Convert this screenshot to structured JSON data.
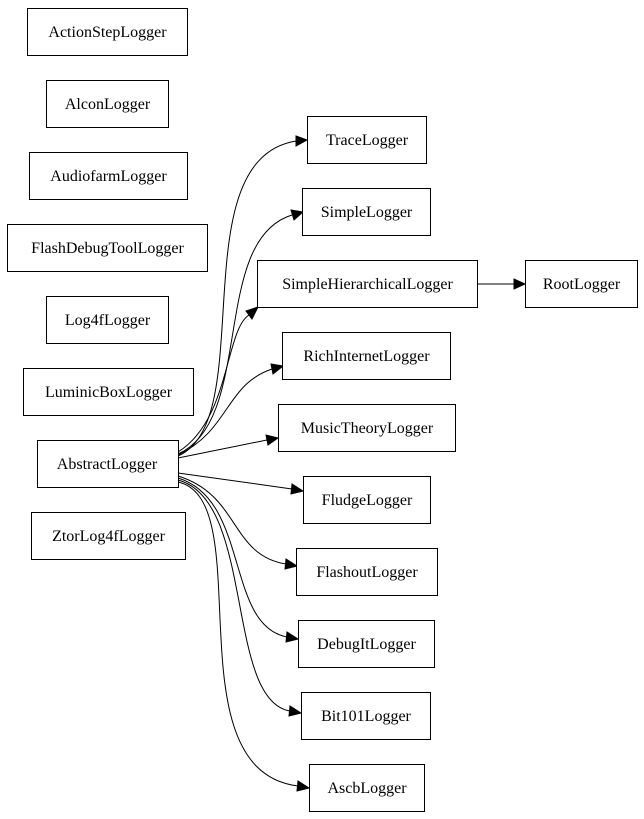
{
  "nodes": {
    "action_step": "ActionStepLogger",
    "alcon": "AlconLogger",
    "audiofarm": "AudiofarmLogger",
    "flash_debug_tool": "FlashDebugToolLogger",
    "log4f": "Log4fLogger",
    "luminic_box": "LuminicBoxLogger",
    "abstract": "AbstractLogger",
    "ztor_log4f": "ZtorLog4fLogger",
    "trace": "TraceLogger",
    "simple": "SimpleLogger",
    "simple_hierarchical": "SimpleHierarchicalLogger",
    "root": "RootLogger",
    "rich_internet": "RichInternetLogger",
    "music_theory": "MusicTheoryLogger",
    "fludge": "FludgeLogger",
    "flashout": "FlashoutLogger",
    "debug_it": "DebugItLogger",
    "bit101": "Bit101Logger",
    "ascb": "AscbLogger"
  },
  "edges": [
    {
      "from": "abstract",
      "to": "trace"
    },
    {
      "from": "abstract",
      "to": "simple"
    },
    {
      "from": "abstract",
      "to": "simple_hierarchical"
    },
    {
      "from": "abstract",
      "to": "rich_internet"
    },
    {
      "from": "abstract",
      "to": "music_theory"
    },
    {
      "from": "abstract",
      "to": "fludge"
    },
    {
      "from": "abstract",
      "to": "flashout"
    },
    {
      "from": "abstract",
      "to": "debug_it"
    },
    {
      "from": "abstract",
      "to": "bit101"
    },
    {
      "from": "abstract",
      "to": "ascb"
    },
    {
      "from": "simple_hierarchical",
      "to": "root"
    }
  ]
}
